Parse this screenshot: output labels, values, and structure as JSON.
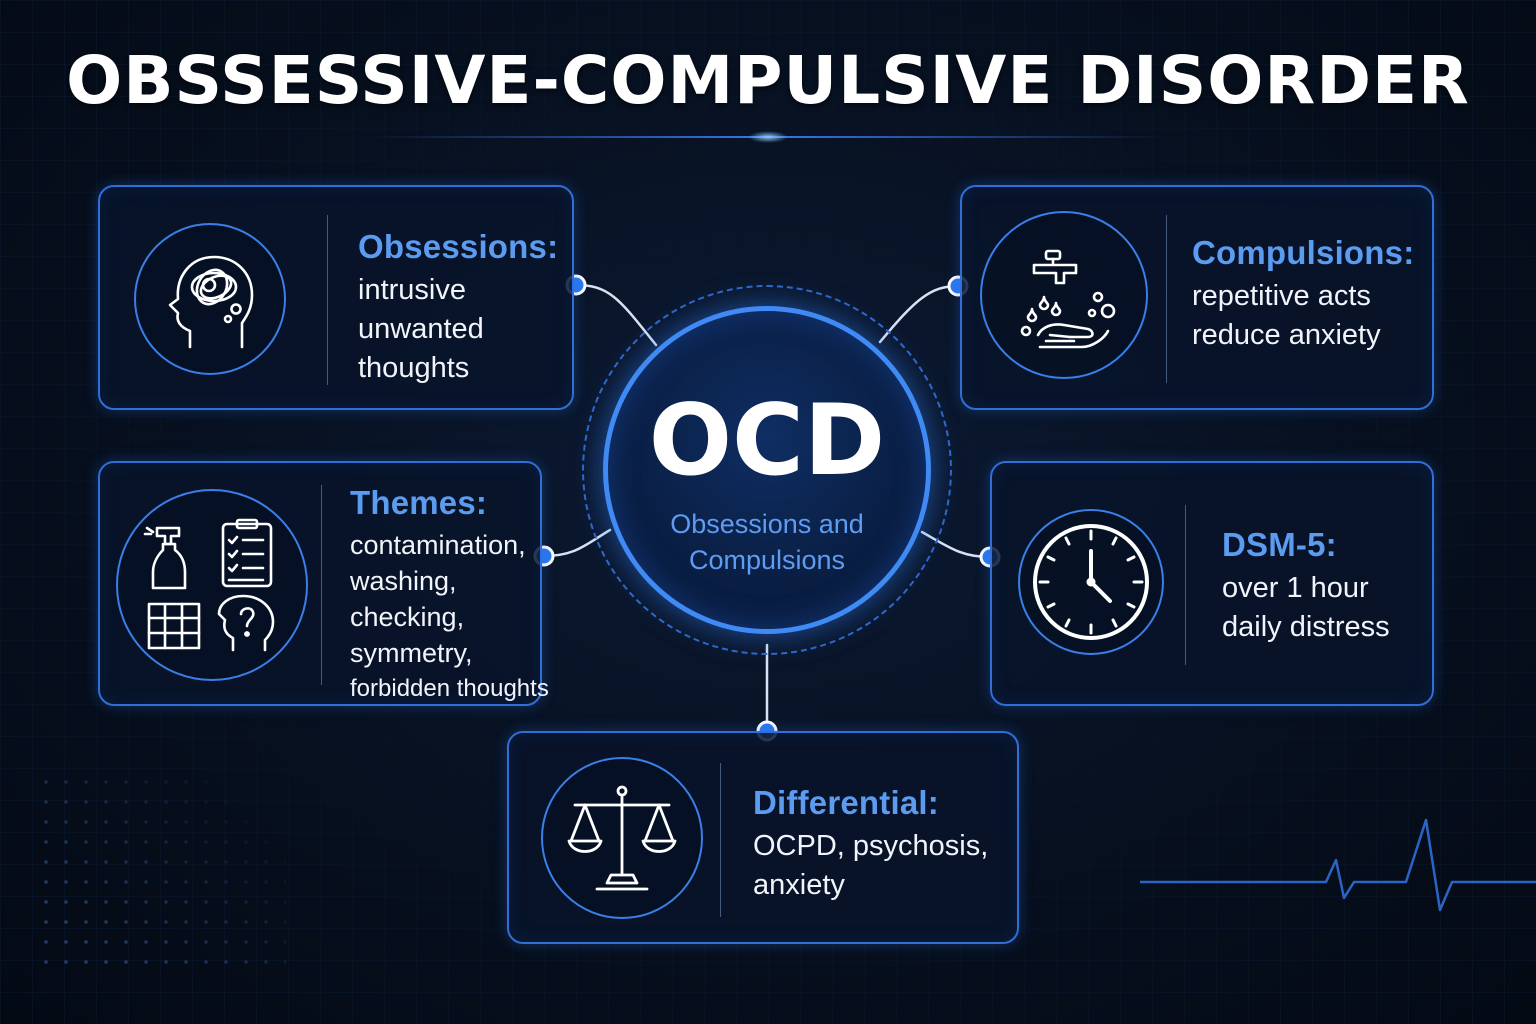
{
  "title": "OBSSESSIVE-COMPULSIVE DISORDER",
  "center": {
    "label": "OCD",
    "subtitle_lines": [
      "Obsessions and",
      "Compulsions"
    ]
  },
  "cards": {
    "obsessions": {
      "heading": "Obsessions:",
      "lines": [
        "intrusive",
        "unwanted",
        "thoughts"
      ],
      "icon": "brain-head-icon"
    },
    "compulsions": {
      "heading": "Compulsions:",
      "lines": [
        "repetitive acts",
        "reduce anxiety"
      ],
      "icon": "handwashing-icon"
    },
    "themes": {
      "heading": "Themes:",
      "lines": [
        "contamination,",
        "washing,",
        "checking,",
        "symmetry,",
        "forbidden thoughts"
      ],
      "icons": [
        "spray-bottle-icon",
        "checklist-icon",
        "grid-icon",
        "question-head-icon"
      ]
    },
    "dsm5": {
      "heading": "DSM-5:",
      "lines": [
        "over 1 hour",
        "daily distress"
      ],
      "icon": "clock-icon"
    },
    "differential": {
      "heading": "Differential:",
      "lines": [
        "OCPD, psychosis,",
        "anxiety"
      ],
      "icon": "scales-icon"
    }
  },
  "colors": {
    "accent": "#3f8af5",
    "heading": "#5b9bf0",
    "background": "#07101f",
    "text": "#f1f4fa"
  }
}
